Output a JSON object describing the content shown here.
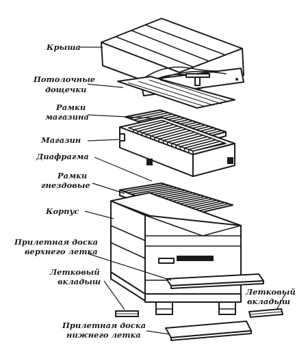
{
  "labels": {
    "roof": "Крыша",
    "ceiling_boards": [
      "Потолочные",
      "дощечки"
    ],
    "super_frames": [
      "Рамки",
      "магазина"
    ],
    "super": "Магазин",
    "diaphragm": "Диафрагма",
    "brood_frames": [
      "Рамки",
      "гнездовые"
    ],
    "body": "Корпус",
    "upper_landing_board": [
      "Прилетная доска",
      "верхнего летка"
    ],
    "entrance_insert_left": [
      "Летковый",
      "вкладыш"
    ],
    "entrance_insert_right": [
      "Летковый",
      "вкладыш"
    ],
    "lower_landing_board": [
      "Прилетная доска",
      "нижнего летка"
    ]
  }
}
